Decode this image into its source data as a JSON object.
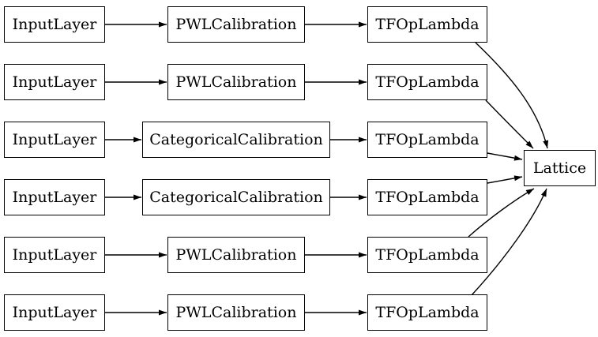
{
  "diagram": {
    "type": "model-architecture-graph",
    "direction": "left-to-right",
    "colors": {
      "background": "#ffffff",
      "node_fill": "#ffffff",
      "node_border": "#000000",
      "node_text": "#000000",
      "edge": "#000000"
    },
    "rows": [
      {
        "input": "InputLayer",
        "calibration": "PWLCalibration",
        "op": "TFOpLambda"
      },
      {
        "input": "InputLayer",
        "calibration": "PWLCalibration",
        "op": "TFOpLambda"
      },
      {
        "input": "InputLayer",
        "calibration": "CategoricalCalibration",
        "op": "TFOpLambda"
      },
      {
        "input": "InputLayer",
        "calibration": "CategoricalCalibration",
        "op": "TFOpLambda"
      },
      {
        "input": "InputLayer",
        "calibration": "PWLCalibration",
        "op": "TFOpLambda"
      },
      {
        "input": "InputLayer",
        "calibration": "PWLCalibration",
        "op": "TFOpLambda"
      }
    ],
    "output_node": "Lattice",
    "connections": [
      "row1: InputLayer -> PWLCalibration -> TFOpLambda -> Lattice",
      "row2: InputLayer -> PWLCalibration -> TFOpLambda -> Lattice",
      "row3: InputLayer -> CategoricalCalibration -> TFOpLambda -> Lattice",
      "row4: InputLayer -> CategoricalCalibration -> TFOpLambda -> Lattice",
      "row5: InputLayer -> PWLCalibration -> TFOpLambda -> Lattice",
      "row6: InputLayer -> PWLCalibration -> TFOpLambda -> Lattice"
    ]
  }
}
